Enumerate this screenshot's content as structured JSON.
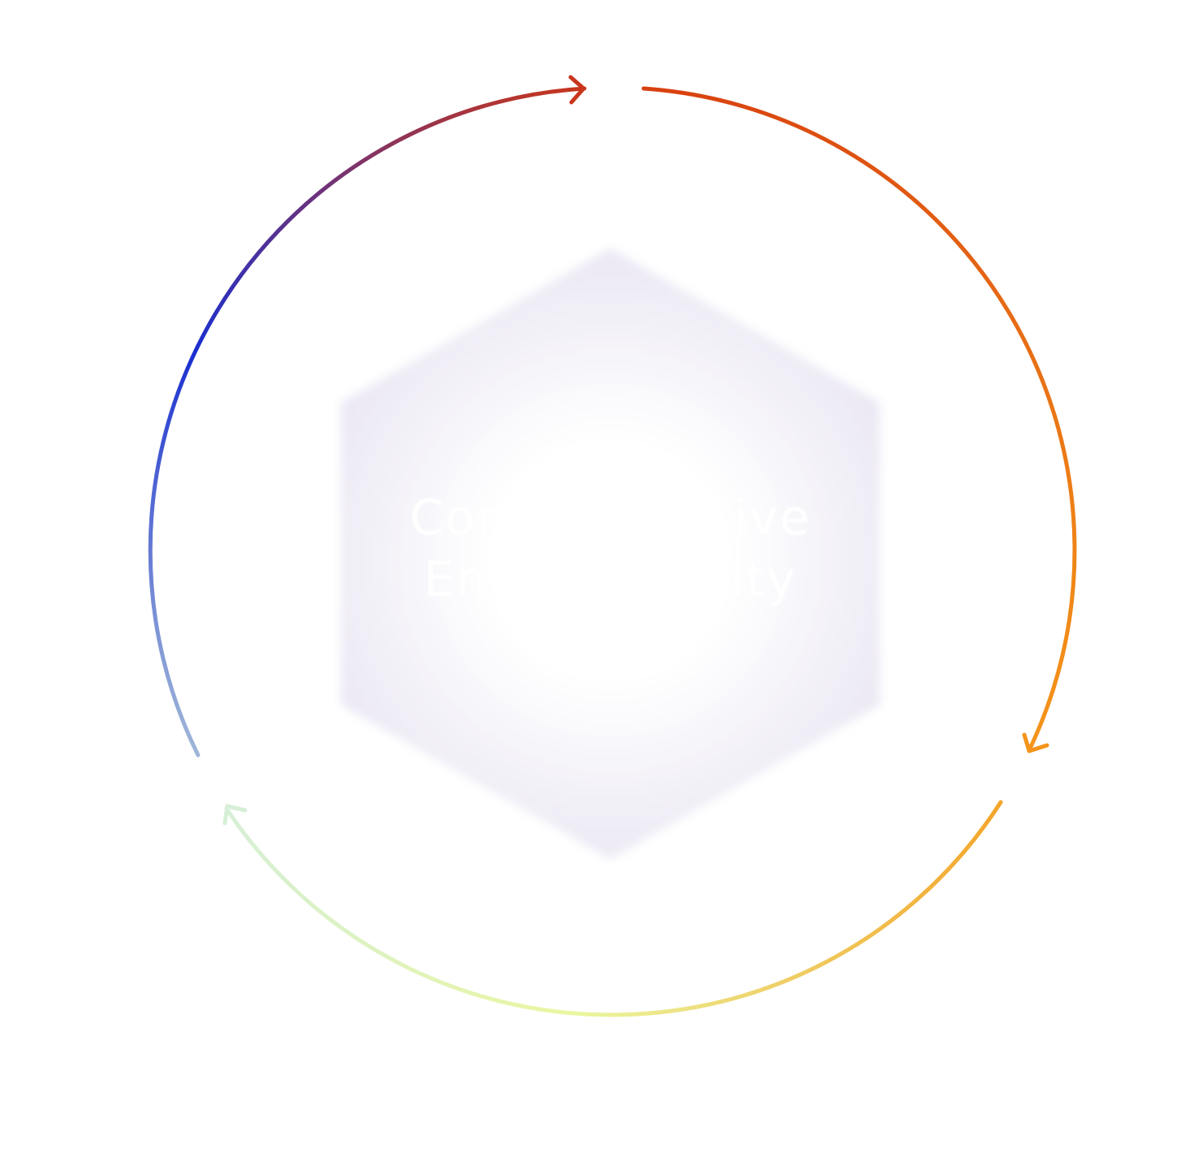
{
  "diagram": {
    "center_label": {
      "line1": "Comprehensive",
      "line2": "Email Security"
    },
    "colors": {
      "arc_top_left_start": "#9fb6d8",
      "arc_top_left_mid": "#1a2fd0",
      "arc_top_left_end": "#c8361c",
      "arc_right_start": "#d8400f",
      "arc_right_end": "#f4941a",
      "arc_bottom_start": "#f4a52a",
      "arc_bottom_mid": "#eaf7a0",
      "arc_bottom_end": "#d6efd6",
      "hexagon_fill": "#e7e3f1",
      "hexagon_glow": "#ffffff",
      "label_color": "#ffffff"
    },
    "arrows": [
      {
        "name": "arrow-top",
        "icon": "chevron-arrowhead"
      },
      {
        "name": "arrow-right",
        "icon": "chevron-arrowhead"
      },
      {
        "name": "arrow-bottom-left",
        "icon": "chevron-arrowhead"
      }
    ]
  }
}
